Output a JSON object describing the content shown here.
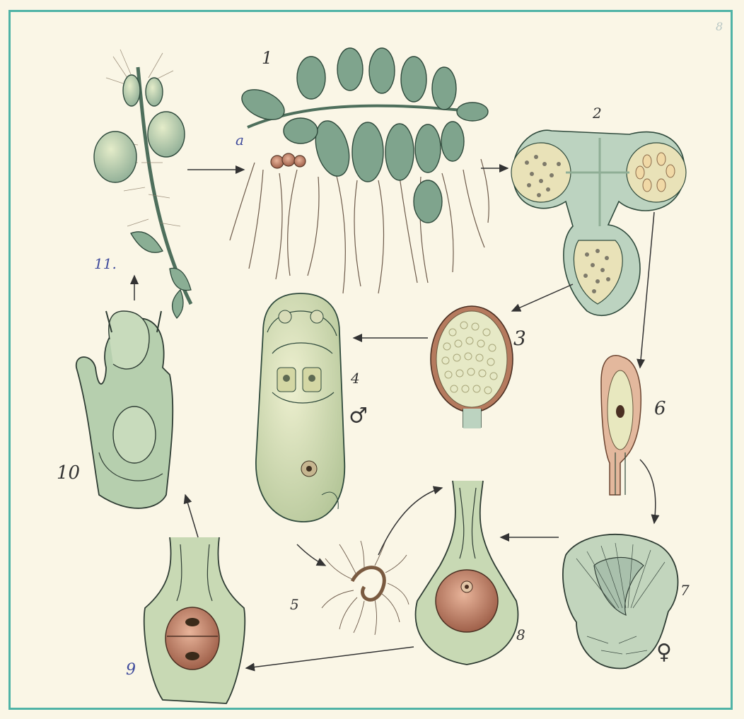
{
  "labels": {
    "l1": "1",
    "la": "a",
    "l2": "2",
    "l3": "3",
    "l4": "4",
    "male": "♂",
    "l5": "5",
    "l6": "6",
    "l7": "7",
    "female": "♀",
    "l8": "8",
    "l9": "9",
    "l10": "10",
    "l11": "11."
  },
  "page_number": "8",
  "colors": {
    "frame": "#4fb3a6",
    "paper": "#faf6e6",
    "leaf": "#6f9a82",
    "tissue": "#bcd3a7",
    "sporangium_wall": "#b06a4e",
    "spore": "#9a6a52",
    "arrow": "#333333"
  }
}
